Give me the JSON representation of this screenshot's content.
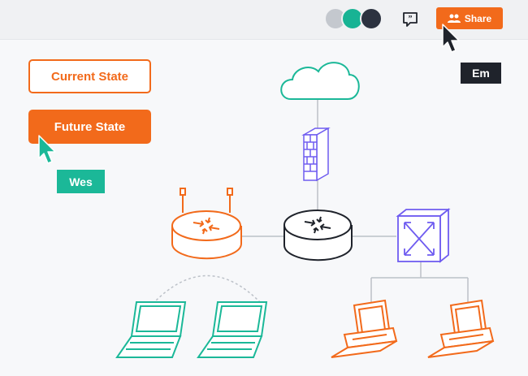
{
  "header": {
    "share_label": "Share",
    "icons": [
      "user-avatar",
      "user-avatar",
      "user-avatar",
      "comment-icon",
      "people-icon"
    ]
  },
  "states": {
    "current_label": "Current State",
    "future_label": "Future State"
  },
  "cursors": {
    "em_label": "Em",
    "wes_label": "Wes"
  },
  "diagram": {
    "nodes": [
      "cloud",
      "firewall",
      "wifi-router",
      "router",
      "switch",
      "laptop",
      "laptop",
      "desktop",
      "desktop"
    ]
  },
  "colors": {
    "accent": "#f26a1b",
    "teal": "#1bb898",
    "purple": "#6f5cf0",
    "dark": "#1f232b",
    "line": "#bcc1c8"
  }
}
